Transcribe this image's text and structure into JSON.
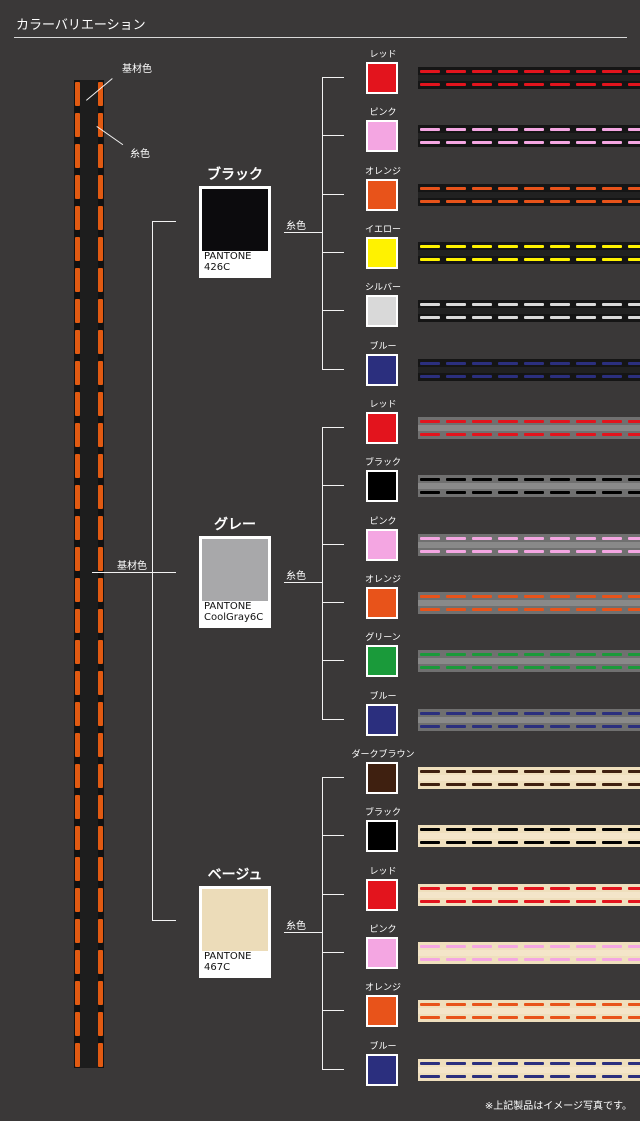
{
  "title": "カラーバリエーション",
  "legend": {
    "base": "基材色",
    "thread": "糸色",
    "base_center": "基材色"
  },
  "groups": [
    {
      "name": "ブラック",
      "pantone_l1": "PANTONE",
      "pantone_l2": "426C",
      "swatch": "#0c0b0d",
      "strap_bg": "#151515",
      "strap_mid": "#2a2a2a",
      "thread_label": "糸色",
      "colors": [
        {
          "name": "レッド",
          "hex": "#e3141d"
        },
        {
          "name": "ピンク",
          "hex": "#f4a6e2"
        },
        {
          "name": "オレンジ",
          "hex": "#e8531a"
        },
        {
          "name": "イエロー",
          "hex": "#fff200"
        },
        {
          "name": "シルバー",
          "hex": "#d9d9d9"
        },
        {
          "name": "ブルー",
          "hex": "#2b2f7e"
        }
      ]
    },
    {
      "name": "グレー",
      "pantone_l1": "PANTONE",
      "pantone_l2": "CoolGray6C",
      "swatch": "#a8a8aa",
      "strap_bg": "#707070",
      "strap_mid": "#9a9a9a",
      "thread_label": "糸色",
      "colors": [
        {
          "name": "レッド",
          "hex": "#e3141d"
        },
        {
          "name": "ブラック",
          "hex": "#000000"
        },
        {
          "name": "ピンク",
          "hex": "#f4a6e2"
        },
        {
          "name": "オレンジ",
          "hex": "#e8531a"
        },
        {
          "name": "グリーン",
          "hex": "#1a9a3a"
        },
        {
          "name": "ブルー",
          "hex": "#2b2f7e"
        }
      ]
    },
    {
      "name": "ベージュ",
      "pantone_l1": "PANTONE",
      "pantone_l2": "467C",
      "swatch": "#ecdcb9",
      "strap_bg": "#efdfbd",
      "strap_mid": "#f6ead0",
      "thread_label": "糸色",
      "colors": [
        {
          "name": "ダークブラウン",
          "hex": "#3f2010"
        },
        {
          "name": "ブラック",
          "hex": "#000000"
        },
        {
          "name": "レッド",
          "hex": "#e3141d"
        },
        {
          "name": "ピンク",
          "hex": "#f4a6e2"
        },
        {
          "name": "オレンジ",
          "hex": "#e8531a"
        },
        {
          "name": "ブルー",
          "hex": "#2b2f7e"
        }
      ]
    }
  ],
  "note": "※上記製品はイメージ写真です。"
}
